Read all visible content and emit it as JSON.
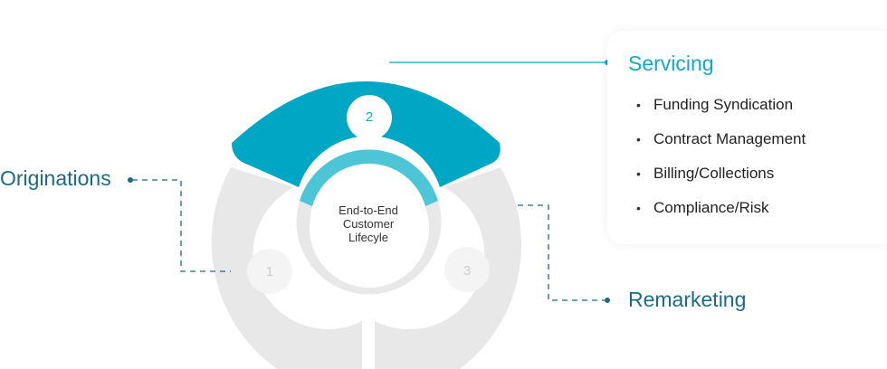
{
  "center": {
    "line1": "End-to-End",
    "line2": "Customer",
    "line3": "Lifecyle"
  },
  "stages": [
    {
      "number": "1",
      "title": "Originations"
    },
    {
      "number": "2",
      "title": "Servicing"
    },
    {
      "number": "3",
      "title": "Remarketing"
    }
  ],
  "servicing_items": [
    "Funding Syndication",
    "Contract Management",
    "Billing/Collections",
    "Compliance/Risk"
  ],
  "colors": {
    "accent": "#00A7C4",
    "accent_text": "#11A9C6",
    "label_text": "#1B6A86",
    "gray_segment": "#E8E8E8",
    "connector": "#1B6A86"
  }
}
